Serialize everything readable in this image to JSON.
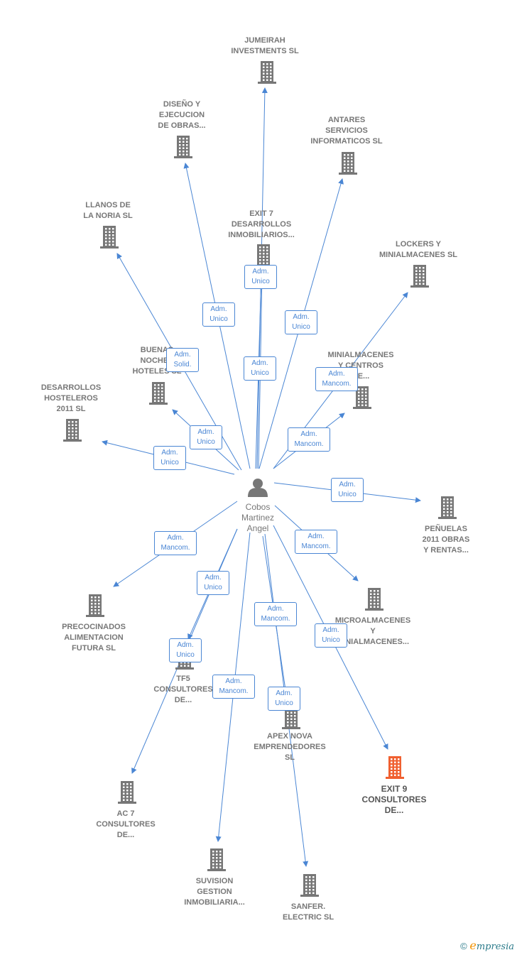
{
  "colors": {
    "edge": "#4a86d4",
    "node": "#777777",
    "highlight": "#f06030",
    "person": "#777777"
  },
  "person": {
    "name": "Cobos\nMartinez\nAngel",
    "icon": "person-icon"
  },
  "companies": [
    {
      "id": "jumeirah",
      "label": "JUMEIRAH\nINVESTMENTS SL",
      "icon": "building-icon"
    },
    {
      "id": "diseno",
      "label": "DISEÑO Y\nEJECUCION\nDE OBRAS...",
      "icon": "building-icon"
    },
    {
      "id": "antares",
      "label": "ANTARES\nSERVICIOS\nINFORMATICOS SL",
      "icon": "building-icon"
    },
    {
      "id": "llanos",
      "label": "LLANOS DE\nLA NORIA  SL",
      "icon": "building-icon"
    },
    {
      "id": "exit7",
      "label": "EXIT 7\nDESARROLLOS\nINMOBILIARIOS...",
      "icon": "building-icon"
    },
    {
      "id": "lockers",
      "label": "LOCKERS Y\nMINIALMACENES SL",
      "icon": "building-icon"
    },
    {
      "id": "buenas",
      "label": "BUENAS\nNOCHES\nHOTELES SL",
      "icon": "building-icon"
    },
    {
      "id": "minialm",
      "label": "MINIALMACENES\nY CENTROS\nDE...",
      "icon": "building-icon"
    },
    {
      "id": "desarrollos",
      "label": "DESARROLLOS\nHOSTELEROS\n2011 SL",
      "icon": "building-icon"
    },
    {
      "id": "penuelas",
      "label": "PEÑUELAS\n2011 OBRAS\nY RENTAS...",
      "icon": "building-icon"
    },
    {
      "id": "precocinados",
      "label": "PRECOCINADOS\nALIMENTACION\nFUTURA SL",
      "icon": "building-icon"
    },
    {
      "id": "micro",
      "label": "MICROALMACENES\nY\nMINIALMACENES...",
      "icon": "building-icon"
    },
    {
      "id": "tf5",
      "label": "TF5\nCONSULTORES\nDE...",
      "icon": "building-icon"
    },
    {
      "id": "apex",
      "label": "APEX NOVA\nEMPRENDEDORES\nSL",
      "icon": "building-icon"
    },
    {
      "id": "exit9",
      "label": "EXIT 9\nCONSULTORES\nDE...",
      "icon": "building-icon",
      "highlight": true
    },
    {
      "id": "ac7",
      "label": "AC 7\nCONSULTORES\nDE...",
      "icon": "building-icon"
    },
    {
      "id": "suvision",
      "label": "SUVISION\nGESTION\nINMOBILIARIA...",
      "icon": "building-icon"
    },
    {
      "id": "sanfer",
      "label": "SANFER.\nELECTRIC  SL",
      "icon": "building-icon"
    }
  ],
  "roles": [
    {
      "to": "jumeirah",
      "label": "Adm.\nUnico"
    },
    {
      "to": "diseno",
      "label": "Adm.\nUnico"
    },
    {
      "to": "antares",
      "label": "Adm.\nUnico"
    },
    {
      "to": "llanos",
      "label": "Adm.\nSolid."
    },
    {
      "to": "exit7",
      "label": "Adm.\nUnico"
    },
    {
      "to": "lockers",
      "label": "Adm.\nMancom."
    },
    {
      "to": "buenas",
      "label": "Adm.\nUnico"
    },
    {
      "to": "minialm",
      "label": "Adm.\nMancom."
    },
    {
      "to": "desarrollos",
      "label": "Adm.\nUnico"
    },
    {
      "to": "penuelas",
      "label": "Adm.\nUnico"
    },
    {
      "to": "precocinados",
      "label": "Adm.\nMancom."
    },
    {
      "to": "micro",
      "label": "Adm.\nMancom."
    },
    {
      "to": "tf5",
      "label": "Adm.\nUnico"
    },
    {
      "to": "apex",
      "label": "Adm.\nMancom."
    },
    {
      "to": "exit9",
      "label": "Adm.\nUnico"
    },
    {
      "to": "ac7",
      "label": "Adm.\nUnico"
    },
    {
      "to": "suvision",
      "label": "Adm.\nMancom."
    },
    {
      "to": "sanfer",
      "label": "Adm.\nUnico"
    },
    {
      "to": "exit7",
      "label": "Adm.\nUnico"
    }
  ],
  "footer": {
    "copyright": "©",
    "brand_initial": "e",
    "brand_rest": "mpresia"
  }
}
